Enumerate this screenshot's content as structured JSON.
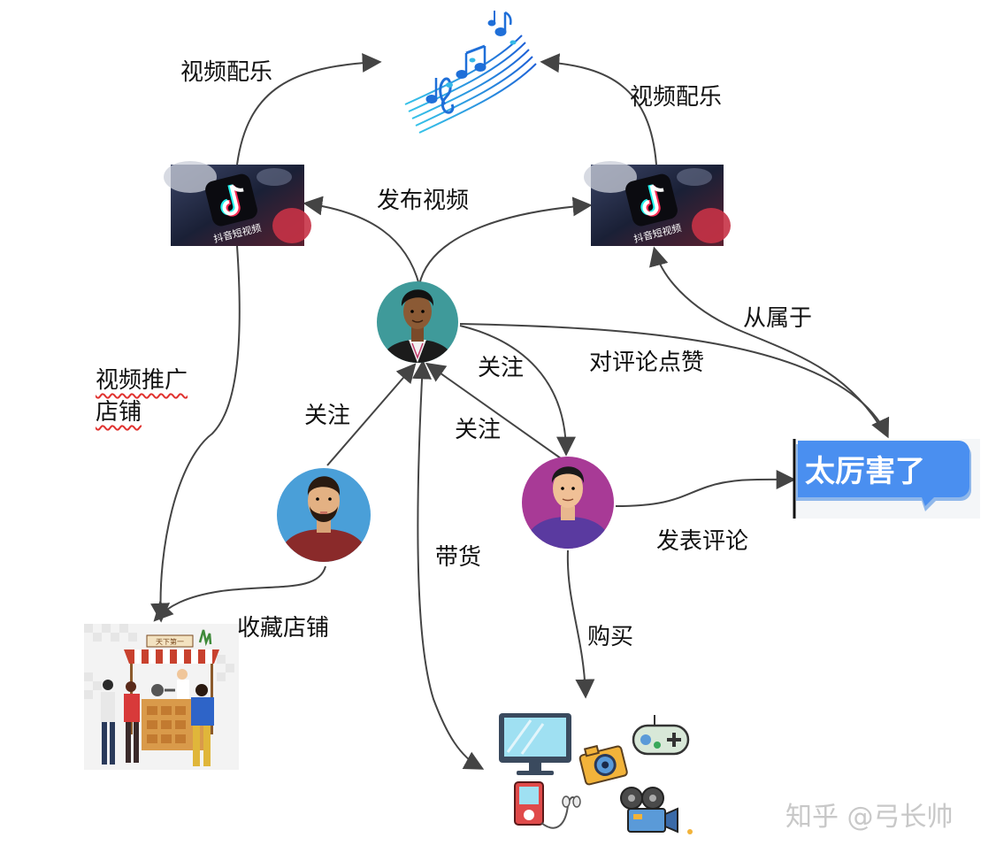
{
  "nodes": {
    "music": {
      "icon": "music-notes-icon"
    },
    "douyin_left": {
      "icon": "douyin-app-icon",
      "text": "抖音短视频"
    },
    "douyin_right": {
      "icon": "douyin-app-icon",
      "text": "抖音短视频"
    },
    "creator": {
      "icon": "creator-avatar-icon"
    },
    "fan_left": {
      "icon": "bearded-man-avatar-icon"
    },
    "fan_right": {
      "icon": "man-avatar-icon"
    },
    "comment_bubble": {
      "text": "太厉害了"
    },
    "shop": {
      "icon": "shop-stall-icon",
      "sign": "天下第一"
    },
    "goods": {
      "icon": "products-icon"
    }
  },
  "labels": {
    "music_left": "视频配乐",
    "music_right": "视频配乐",
    "publish": "发布视频",
    "belongs": "从属于",
    "promote_line1": "视频推广",
    "promote_line2": "店铺",
    "follow_left": "关注",
    "follow_right_top": "关注",
    "follow_right_bottom": "关注",
    "like": "对评论点赞",
    "comment": "发表评论",
    "sell": "带货",
    "buy": "购买",
    "fav_shop": "收藏店铺"
  },
  "watermark": "知乎 @弓长帅",
  "colors": {
    "arrow": "#444444",
    "bubble": "#4a8ff0",
    "creator_bg": "#3f9a9a",
    "fan_left_bg": "#4a9fd8",
    "fan_right_bg": "#a83a96"
  }
}
